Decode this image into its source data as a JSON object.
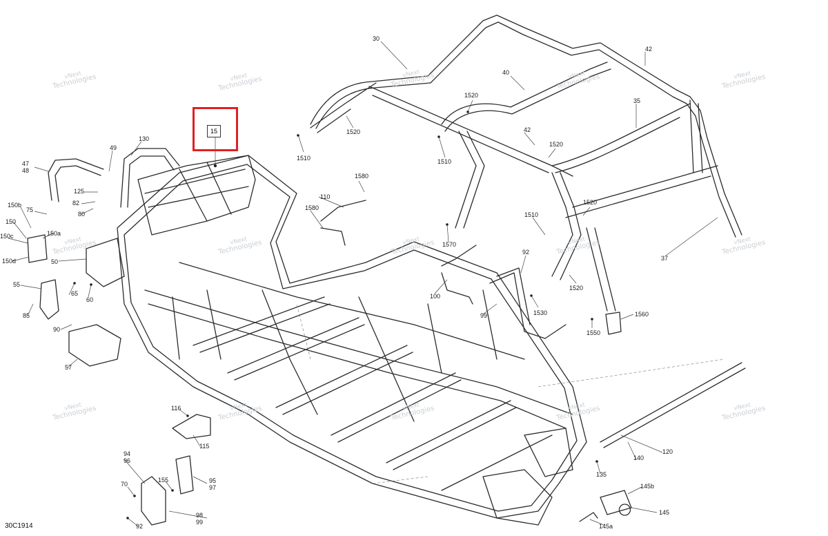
{
  "drawing_code": "30C1914",
  "highlight": {
    "part_number": "15"
  },
  "watermark": {
    "line1": "vNext",
    "line2": "Technologies"
  },
  "callouts": [
    {
      "id": "c30",
      "text": "30"
    },
    {
      "id": "c42a",
      "text": "42"
    },
    {
      "id": "c40",
      "text": "40"
    },
    {
      "id": "c35",
      "text": "35"
    },
    {
      "id": "c42b",
      "text": "42"
    },
    {
      "id": "c1520a",
      "text": "1520"
    },
    {
      "id": "c1520b",
      "text": "1520"
    },
    {
      "id": "c1510a",
      "text": "1510"
    },
    {
      "id": "c1510b",
      "text": "1510"
    },
    {
      "id": "c1520c",
      "text": "1520"
    },
    {
      "id": "c1520d",
      "text": "1520"
    },
    {
      "id": "c1510c",
      "text": "1510"
    },
    {
      "id": "c37",
      "text": "37"
    },
    {
      "id": "c1520e",
      "text": "1520"
    },
    {
      "id": "c1560",
      "text": "1560"
    },
    {
      "id": "c1550",
      "text": "1550"
    },
    {
      "id": "c1530",
      "text": "1530"
    },
    {
      "id": "c92a",
      "text": "92"
    },
    {
      "id": "c99",
      "text": "99"
    },
    {
      "id": "c100",
      "text": "100"
    },
    {
      "id": "c1570",
      "text": "1570"
    },
    {
      "id": "c1580a",
      "text": "1580"
    },
    {
      "id": "c110",
      "text": "110"
    },
    {
      "id": "c1580b",
      "text": "1580"
    },
    {
      "id": "c130",
      "text": "130"
    },
    {
      "id": "c49",
      "text": "49"
    },
    {
      "id": "c47",
      "text": "47"
    },
    {
      "id": "c48",
      "text": "48"
    },
    {
      "id": "c125",
      "text": "125"
    },
    {
      "id": "c82",
      "text": "82"
    },
    {
      "id": "c80",
      "text": "80"
    },
    {
      "id": "c150b",
      "text": "150b"
    },
    {
      "id": "c75",
      "text": "75"
    },
    {
      "id": "c150",
      "text": "150"
    },
    {
      "id": "c150a",
      "text": "150a"
    },
    {
      "id": "c150c",
      "text": "150c"
    },
    {
      "id": "c150d",
      "text": "150d"
    },
    {
      "id": "c50",
      "text": "50"
    },
    {
      "id": "c55",
      "text": "55"
    },
    {
      "id": "c65",
      "text": "65"
    },
    {
      "id": "c60",
      "text": "60"
    },
    {
      "id": "c85",
      "text": "85"
    },
    {
      "id": "c90",
      "text": "90"
    },
    {
      "id": "c57",
      "text": "57"
    },
    {
      "id": "c116",
      "text": "116"
    },
    {
      "id": "c115",
      "text": "115"
    },
    {
      "id": "c94",
      "text": "94"
    },
    {
      "id": "c96",
      "text": "96"
    },
    {
      "id": "c70",
      "text": "70"
    },
    {
      "id": "c155",
      "text": "155"
    },
    {
      "id": "c95",
      "text": "95"
    },
    {
      "id": "c97",
      "text": "97"
    },
    {
      "id": "c98",
      "text": "98"
    },
    {
      "id": "c99b",
      "text": "99"
    },
    {
      "id": "c92b",
      "text": "92"
    },
    {
      "id": "c120",
      "text": "120"
    },
    {
      "id": "c140",
      "text": "140"
    },
    {
      "id": "c135",
      "text": "135"
    },
    {
      "id": "c145b",
      "text": "145b"
    },
    {
      "id": "c145",
      "text": "145"
    },
    {
      "id": "c145a",
      "text": "145a"
    }
  ]
}
